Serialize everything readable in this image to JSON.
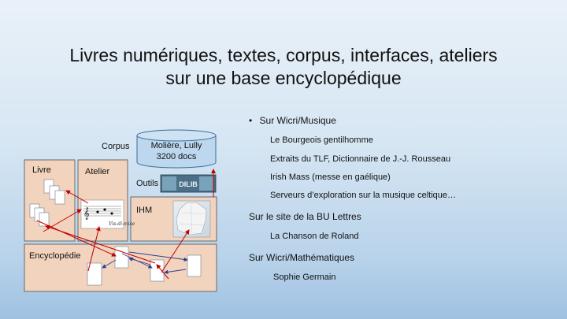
{
  "slide": {
    "title_line1": "Livres numériques, textes, corpus, interfaces, ateliers",
    "title_line2": "sur une base encyclopédique"
  },
  "diagram": {
    "corpus_label": "Corpus",
    "db_line1": "Molière, Lully",
    "db_line2": "3200 docs",
    "outils_label": "Outils",
    "livre_label": "Livre",
    "atelier_label": "Atelier",
    "ihm_label": "IHM",
    "encyclopedie_label": "Encyclopédie",
    "score_caption": "Vis-di-mise",
    "logo_text": "DILIB",
    "colors": {
      "box_fill": "#f2d3bd",
      "arrow_red": "#c00000",
      "arrow_blue": "#2f3f8f",
      "db_fill": "#bcd7ee"
    }
  },
  "list": {
    "section1": "Sur Wicri/Musique",
    "items1": [
      "Le Bourgeois gentilhomme",
      "Extraits du TLF, Dictionnaire de J.-J. Rousseau",
      "Irish Mass (messe en gaélique)",
      "Serveurs d’exploration sur la musique celtique…"
    ],
    "section2": "Sur le site de la BU Lettres",
    "items2": [
      "La Chanson de Roland"
    ],
    "section3": "Sur Wicri/Mathématiques",
    "items3": [
      "Sophie Germain"
    ]
  }
}
